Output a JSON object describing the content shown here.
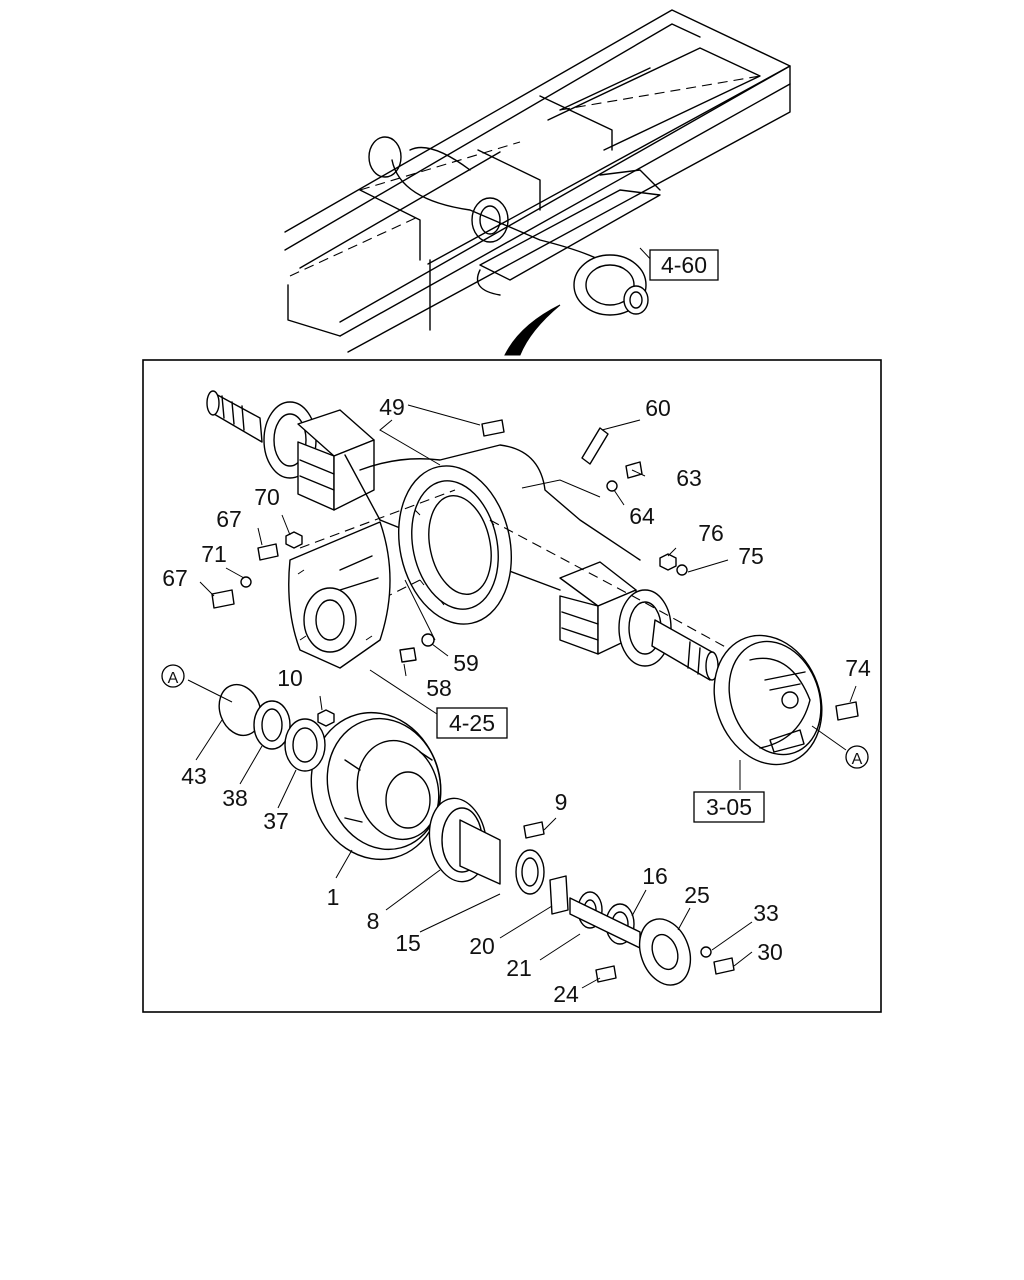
{
  "diagram": {
    "overview_reference": "4-60",
    "references": [
      "4-25",
      "3-05"
    ],
    "callout_marker": "A",
    "part_numbers": [
      "49",
      "60",
      "63",
      "64",
      "70",
      "67",
      "71",
      "67",
      "76",
      "75",
      "59",
      "58",
      "10",
      "43",
      "38",
      "37",
      "1",
      "8",
      "15",
      "9",
      "20",
      "16",
      "25",
      "21",
      "24",
      "33",
      "30",
      "74"
    ]
  }
}
